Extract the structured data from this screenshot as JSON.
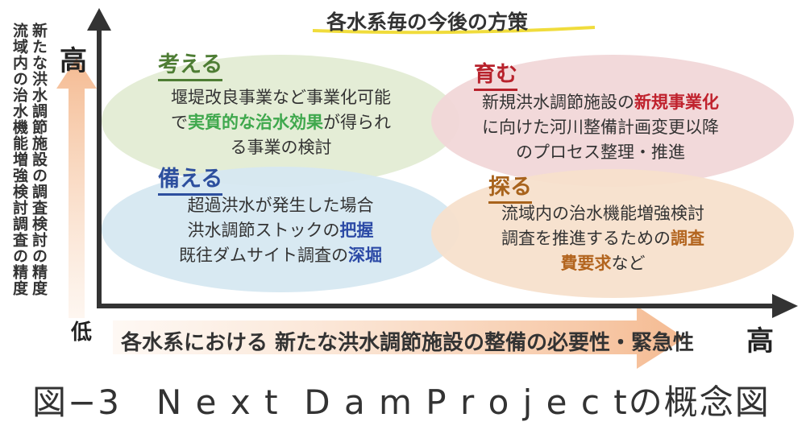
{
  "title": "各水系毎の今後の方策",
  "y_axis": {
    "label_col1": "新たな洪水調節施設の調査検討の精度",
    "label_col2": "流域内の治水機能増強検討調査の精度",
    "high": "高",
    "low": "低"
  },
  "x_axis": {
    "label": "各水系における 新たな洪水調節施設の整備の必要性・緊急性",
    "high": "高"
  },
  "quadrants": {
    "kangaeru": {
      "label": "考える",
      "label_color": "#4e7d34",
      "fill": "#e3ecd4",
      "line1": "堰堤改良事業など事業化可能",
      "line2_pre": "で",
      "line2_hl": "実質的な治水効果",
      "line2_post": "が得られ",
      "line3": "る事業の検討"
    },
    "sodatsu": {
      "label": "育む",
      "label_color": "#b8222c",
      "fill": "#f1d7d8",
      "line1_pre": "新規洪水調節施設の",
      "line1_hl": "新規事業化",
      "line2": "に向けた河川整備計画変更以降",
      "line3": "のプロセス整理・推進"
    },
    "sonaeru": {
      "label": "備える",
      "label_color": "#2d4f9e",
      "fill": "#d6e8f1",
      "line1": "超過洪水が発生した場合",
      "line2_pre": "洪水調節ストックの",
      "line2_hl": "把握",
      "line3_pre": "既往ダムサイト調査の",
      "line3_hl": "深堀"
    },
    "saguru": {
      "label": "探る",
      "label_color": "#a8631c",
      "fill": "#f7e0cc",
      "line1": "流域内の治水機能増強検討",
      "line2_pre": "調査を推進するための",
      "line2_hl": "調査",
      "line3_hl": "費要求",
      "line3_post": "など"
    }
  },
  "caption": "図−3　N e x t  D a m P r o j e c tの概念図",
  "colors": {
    "axis": "#333333",
    "arrow_band": "#f6c7a3",
    "title_underline": "#f0dc3c"
  }
}
